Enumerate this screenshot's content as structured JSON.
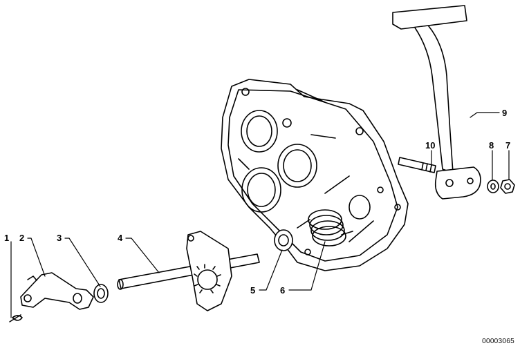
{
  "labels": {
    "p1": "1",
    "p2": "2",
    "p3": "3",
    "p4": "4",
    "p5": "5",
    "p6": "6",
    "p7": "7",
    "p8": "8",
    "p9": "9",
    "p10": "10"
  },
  "doc_number": "00003065"
}
